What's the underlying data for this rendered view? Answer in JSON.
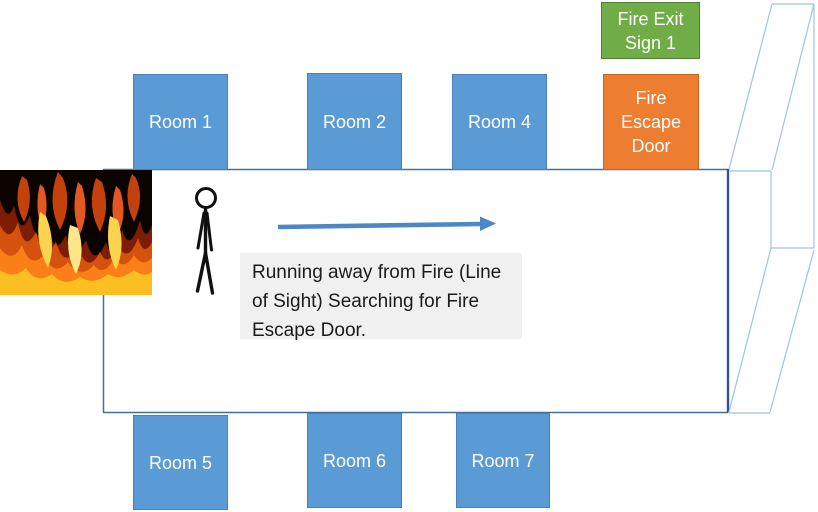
{
  "diagram": {
    "rooms_top": [
      {
        "label": "Room 1"
      },
      {
        "label": "Room 2"
      },
      {
        "label": "Room 4"
      }
    ],
    "rooms_bottom": [
      {
        "label": "Room 5"
      },
      {
        "label": "Room 6"
      },
      {
        "label": "Room 7"
      }
    ],
    "fire_exit_sign": {
      "label": "Fire Exit Sign 1"
    },
    "fire_escape_door": {
      "label": "Fire Escape Door"
    },
    "caption": "Running away from Fire (Line of Sight) Searching for Fire Escape Door.",
    "figures": {
      "fire": "fire-photo",
      "person": "stick-figure-person",
      "arrow": "right-direction-arrow",
      "door_sketch": "open-door-3d-sketch",
      "corridor": "corridor-outline"
    },
    "colors": {
      "room_fill": "#5B9BD5",
      "room_border": "#4A7EB8",
      "sign_fill": "#70AD47",
      "sign_border": "#507E32",
      "door_fill": "#ED7D31",
      "door_border": "#C0661F",
      "arrow": "#4E87C6",
      "corridor_line": "#41719C",
      "corridor_right_edge": "#2F5597",
      "door_sketch_line": "#9DC3E6",
      "caption_bg": "#F1F0F0",
      "caption_text": "#1B1B1B"
    }
  }
}
